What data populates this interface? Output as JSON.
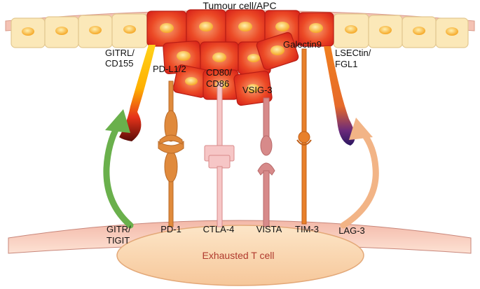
{
  "diagram": {
    "top_cell_label": "Tumour cell/APC",
    "bottom_cell_label": "Exhausted T cell",
    "ligands": {
      "gitrl": [
        "GITRL/",
        "CD155"
      ],
      "pdl": "PD-L1/2",
      "cd80": [
        "CD80/",
        "CD86"
      ],
      "vsig": "VSIG-3",
      "galectin": "Galectin9",
      "lsectin": [
        "LSECtin/",
        "FGL1"
      ]
    },
    "receptors": {
      "gitr": [
        "GITR/",
        "TIGIT"
      ],
      "pd1": "PD-1",
      "ctla4": "CTLA-4",
      "vista": "VISTA",
      "tim3": "TIM-3",
      "lag3": "LAG-3"
    },
    "colors": {
      "tumour_cell": "#e8301c",
      "normal_cell": "#fbe8b8",
      "nucleus": "#f5b63a",
      "membrane": "#f4c2b4",
      "t_cell": "#fbd9b0",
      "gitr_arrow": "#6ab04c",
      "pd1": "#e08a3c",
      "ctla4": "#f6c6c6",
      "vista": "#d78a8a",
      "tim3": "#e8802a",
      "lag3": "#f2b486",
      "lsectin": "#f07f1f"
    }
  }
}
